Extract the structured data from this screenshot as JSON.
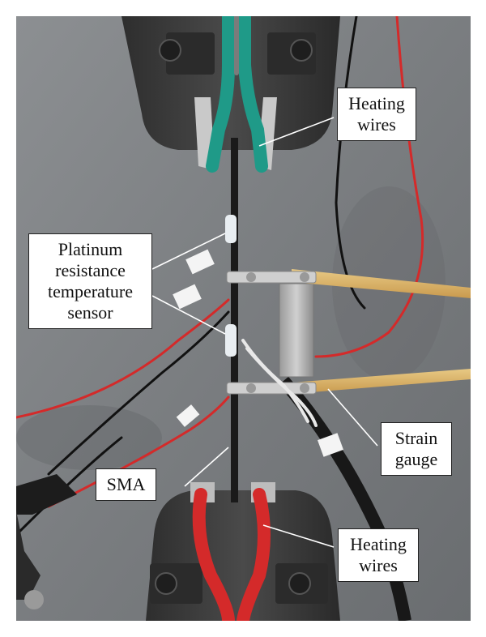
{
  "labels": {
    "heating_wires_top": [
      "Heating",
      "wires"
    ],
    "platinum_sensor": [
      "Platinum",
      "resistance",
      "temperature",
      "sensor"
    ],
    "strain_gauge": [
      "Strain",
      "gauge"
    ],
    "sma": "SMA",
    "heating_wires_bottom": [
      "Heating",
      "wires"
    ]
  },
  "colors": {
    "background_wall": "#7d8083",
    "grip_dark": "#3a3a3a",
    "green_wire": "#1f9a88",
    "red_wire": "#d42a2a",
    "rod": "#1a1a1a",
    "wood_stick": "#d8b26a",
    "label_bg": "#ffffff"
  }
}
